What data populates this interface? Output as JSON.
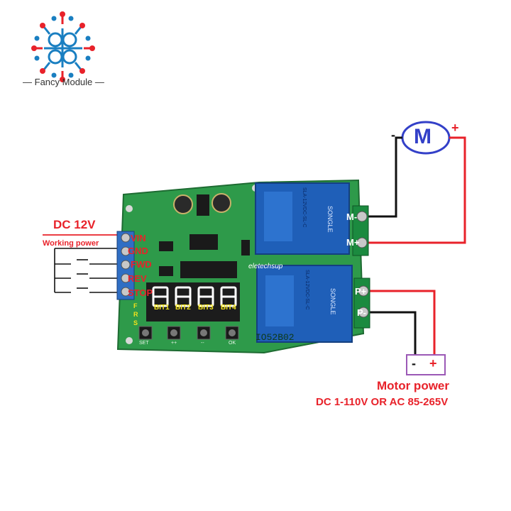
{
  "brand": {
    "name": "Fancy Module",
    "dash_left": "—",
    "dash_right": "—"
  },
  "supply": {
    "title": "DC 12V",
    "subtitle": "Working power"
  },
  "board": {
    "pins": [
      "VIN",
      "GND",
      "FWD",
      "REV",
      "STOP"
    ],
    "digits": [
      "BIT1",
      "BIT2",
      "BIT3",
      "BIT4"
    ],
    "side_letters": [
      "F",
      "R",
      "S"
    ],
    "buttons": [
      "SET",
      "++",
      "--",
      "OK"
    ],
    "brand_print": "eletechsup",
    "model": "IO52B02",
    "relay_brand": "SONGLE",
    "relay_model": "SLA-12VDC-SL-C",
    "terminal_labels": [
      "M-",
      "M+",
      "P+",
      "P-"
    ]
  },
  "motor": {
    "label": "M",
    "minus": "-",
    "plus": "+"
  },
  "motor_power": {
    "minus": "-",
    "plus": "+",
    "title": "Motor power",
    "subtitle": "DC 1-110V OR AC 85-265V"
  },
  "colors": {
    "brand_blue": "#1a7fc1",
    "brand_red": "#e8222a",
    "pcb_green": "#2e9a4a",
    "relay_blue": "#1f5fb8",
    "wire_red": "#e8222a",
    "wire_black": "#111111",
    "motor_ring": "#3340c8",
    "power_box": "#9b59b6"
  }
}
